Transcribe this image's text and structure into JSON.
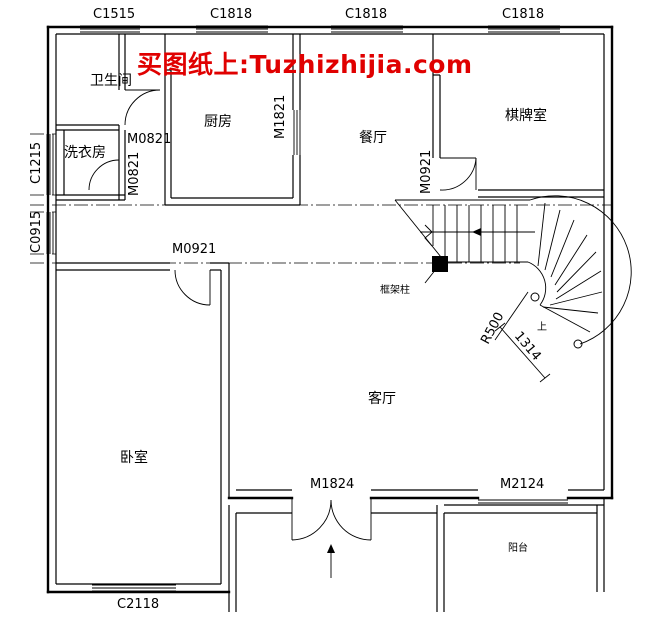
{
  "watermark": "买图纸上:Tuzhizhijia.com",
  "rooms": {
    "bathroom": "卫生间",
    "laundry": "洗衣房",
    "kitchen": "厨房",
    "dining": "餐厅",
    "chess_room": "棋牌室",
    "living": "客厅",
    "bedroom": "卧室",
    "balcony": "阳台"
  },
  "windows": {
    "top_1": "C1515",
    "top_2": "C1818",
    "top_3": "C1818",
    "top_4": "C1818",
    "left_1": "C1215",
    "left_2": "C0915",
    "bottom_1": "C2118"
  },
  "doors": {
    "m0821_upper": "M0821",
    "m0821_lower": "M0821",
    "m1821": "M1821",
    "m0921_dining": "M0921",
    "m0921_bedroom": "M0921",
    "m1824": "M1824",
    "m2124": "M2124"
  },
  "annotations": {
    "column": "框架柱",
    "radius": "R500",
    "stair_width": "1314",
    "up": "上"
  }
}
